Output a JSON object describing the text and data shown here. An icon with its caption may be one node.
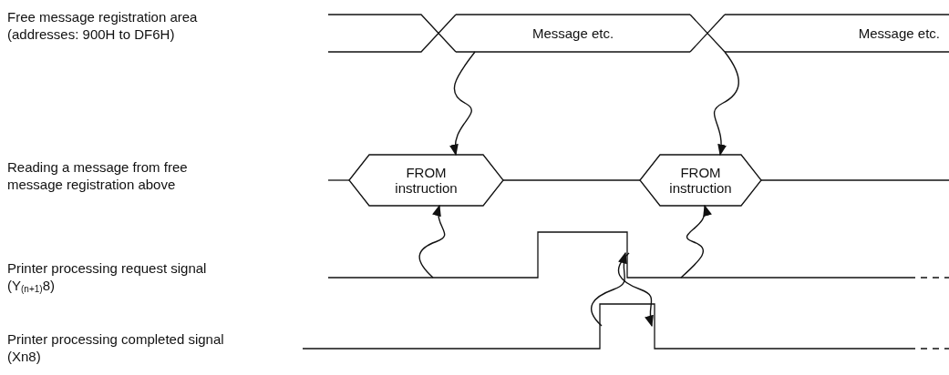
{
  "diagram": {
    "nodes": [
      {
        "text": [
          "Message etc."
        ]
      },
      {
        "text": [
          "Message etc."
        ]
      },
      {
        "text": [
          "FROM instruction"
        ]
      },
      {
        "text": [
          "FROM instruction"
        ]
      },
      {
        "text": [],
        "shape": "waveform"
      },
      {
        "text": [],
        "shape": "waveform"
      }
    ],
    "edges": [
      {
        "from": 0,
        "to": 2,
        "arrow": "to"
      },
      {
        "from": 1,
        "to": 3,
        "arrow": "to"
      },
      {
        "from": 4,
        "to": 2,
        "arrow": "to"
      },
      {
        "from": 4,
        "to": 3,
        "arrow": "to"
      },
      {
        "from": 5,
        "to": 4,
        "arrow": "to"
      },
      {
        "from": 4,
        "to": 5,
        "arrow": "to"
      }
    ],
    "labels": [
      "Free message registration area (addresses: 900H to DF6H)",
      "Reading a message from free message registration above",
      "Printer processing request signal (Y$_{(n+1)}$8)",
      "Printer processing completed signal (Xn8)"
    ]
  }
}
